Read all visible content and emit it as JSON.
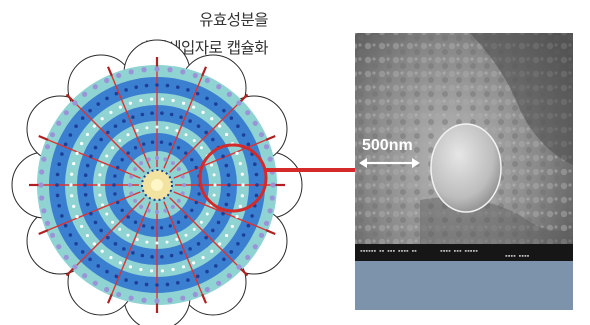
{
  "caption": {
    "line1": "유효성분을",
    "line2": "초미세입자로 캡슐화"
  },
  "micrograph": {
    "scale_label": "500nm"
  },
  "colors": {
    "outer_teal": "#8fd3d3",
    "blue_band": "#3a7fd0",
    "dark_dots": "#1e3f98",
    "red_accent": "#e03030",
    "lipid_head": "#9b93d8",
    "core_yellow": "#f2e4a0",
    "bottom_bar": "#7d93ab"
  }
}
